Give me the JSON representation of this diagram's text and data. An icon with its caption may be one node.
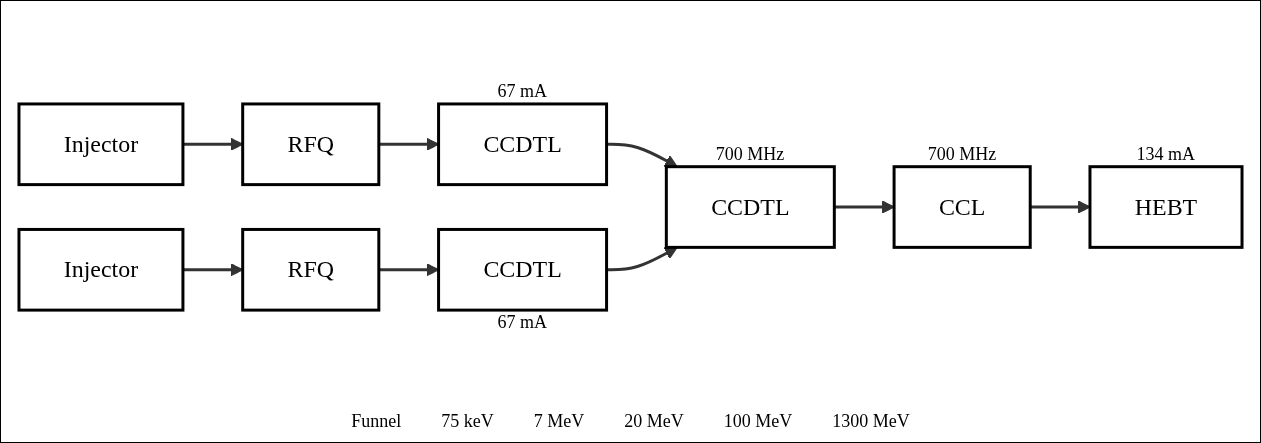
{
  "diagram": {
    "nodes": [
      {
        "text": [
          "Injector"
        ]
      },
      {
        "text": [
          "RFQ"
        ]
      },
      {
        "text": [
          "CCDTL"
        ],
        "beside": [
          "67 mA"
        ]
      },
      {
        "text": [
          "Injector"
        ]
      },
      {
        "text": [
          "RFQ"
        ]
      },
      {
        "text": [
          "CCDTL"
        ],
        "beside": [
          "67 mA"
        ]
      },
      {
        "text": [
          "CCDTL"
        ],
        "beside": [
          "700 MHz"
        ]
      },
      {
        "text": [
          "CCL"
        ],
        "beside": [
          "700 MHz"
        ]
      },
      {
        "text": [
          "HEBT"
        ],
        "beside": [
          "134 mA"
        ]
      }
    ],
    "edges": [
      {
        "from": 0,
        "to": 1,
        "arrow": "to"
      },
      {
        "from": 1,
        "to": 2,
        "arrow": "to"
      },
      {
        "from": 3,
        "to": 4,
        "arrow": "to"
      },
      {
        "from": 4,
        "to": 5,
        "arrow": "to"
      },
      {
        "from": 2,
        "to": 6,
        "arrow": "to"
      },
      {
        "from": 5,
        "to": 6,
        "arrow": "to"
      },
      {
        "from": 6,
        "to": 7,
        "arrow": "to"
      },
      {
        "from": 7,
        "to": 8,
        "arrow": "to"
      }
    ],
    "labels": [
      "Funnel",
      "75 keV",
      "7 MeV",
      "20 MeV",
      "100 MeV",
      "1300 MeV"
    ]
  }
}
